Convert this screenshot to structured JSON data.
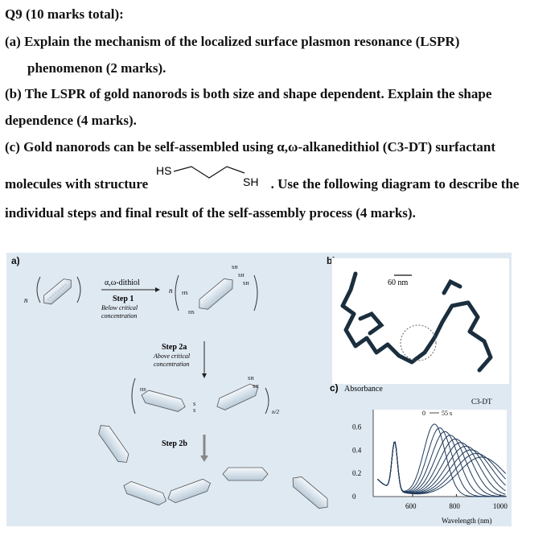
{
  "question": {
    "header": "Q9 (10 marks total):",
    "part_a_1": "(a) Explain the mechanism of the localized surface plasmon resonance (LSPR)",
    "part_a_2": "phenomenon (2 marks).",
    "part_b_1": "(b) The LSPR of gold nanorods is both size and shape dependent. Explain the shape",
    "part_b_2": "dependence (4 marks).",
    "part_c_1": "(c) Gold nanorods can be self-assembled using α,ω-alkanedithiol (C3-DT) surfactant",
    "part_c_2a": "molecules with structure",
    "struct_left": "HS",
    "struct_right": "SH",
    "part_c_2b": ". Use the following diagram to describe the",
    "part_c_3": "individual steps and final result of the self-assembly process (4 marks)."
  },
  "figure": {
    "panel_a": "a)",
    "panel_b": "b)",
    "panel_c": "c)",
    "reagent": "α,ω-dithiol",
    "step1": "Step 1",
    "step1_cond_1": "Below critical",
    "step1_cond_2": "concentration",
    "step2a": "Step 2a",
    "step2a_cond_1": "Above critical",
    "step2a_cond_2": "concentration",
    "step2b": "Step 2b",
    "n_label": "n",
    "n2_label": "n/2",
    "sh": "SH",
    "hs": "HS",
    "s": "S",
    "scale_bar": "60 nm"
  },
  "chart_data": {
    "type": "line",
    "ylabel": "Absorbance",
    "xlabel": "Wavelength (nm)",
    "xlim": [
      420,
      1030
    ],
    "ylim": [
      0,
      0.75
    ],
    "x_ticks": [
      600,
      800,
      1000
    ],
    "y_ticks": [
      0,
      0.2,
      0.4,
      0.6
    ],
    "legend": {
      "label": "C3-DT",
      "range_start": "0",
      "range_end": "55 s"
    },
    "series_count": 10,
    "longitudinal_peak_shift_nm": [
      700,
      915
    ]
  },
  "colors": {
    "figure_bg": "#dfe9f2",
    "curve": "#1f3a5c",
    "chain": "#1a2e3e"
  }
}
